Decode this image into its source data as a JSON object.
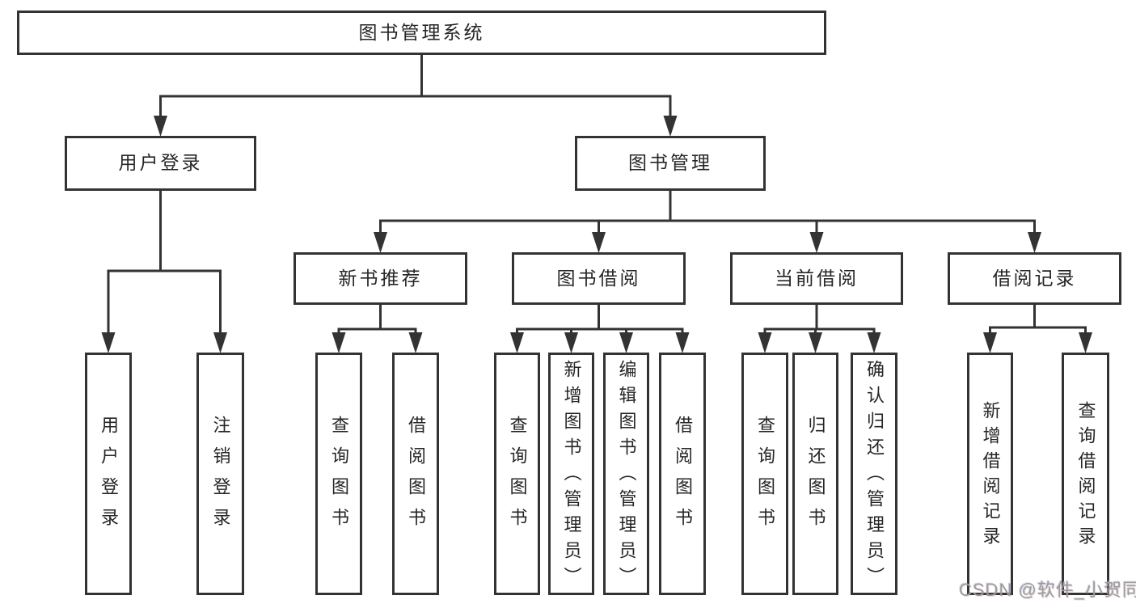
{
  "diagram": {
    "title": "图书管理系统",
    "tree": {
      "id": "root",
      "label": "图书管理系统",
      "children": [
        {
          "id": "user-login-group",
          "label": "用户登录",
          "children": [
            {
              "id": "user-login",
              "label": "用户登录"
            },
            {
              "id": "logout",
              "label": "注销登录"
            }
          ]
        },
        {
          "id": "book-management",
          "label": "图书管理",
          "children": [
            {
              "id": "new-book-recommend",
              "label": "新书推荐",
              "children": [
                {
                  "id": "nbr-query-book",
                  "label": "查询图书"
                },
                {
                  "id": "nbr-borrow-book",
                  "label": "借阅图书"
                }
              ]
            },
            {
              "id": "book-borrow",
              "label": "图书借阅",
              "children": [
                {
                  "id": "bb-query-book",
                  "label": "查询图书"
                },
                {
                  "id": "bb-add-book",
                  "label": "新增图书（管理员）"
                },
                {
                  "id": "bb-edit-book",
                  "label": "编辑图书（管理员）"
                },
                {
                  "id": "bb-borrow-book",
                  "label": "借阅图书"
                }
              ]
            },
            {
              "id": "current-borrow",
              "label": "当前借阅",
              "children": [
                {
                  "id": "cb-query-book",
                  "label": "查询图书"
                },
                {
                  "id": "cb-return-book",
                  "label": "归还图书"
                },
                {
                  "id": "cb-confirm-return",
                  "label": "确认归还（管理员）"
                }
              ]
            },
            {
              "id": "borrow-records",
              "label": "借阅记录",
              "children": [
                {
                  "id": "br-add-record",
                  "label": "新增借阅记录"
                },
                {
                  "id": "br-query-record",
                  "label": "查询借阅记录"
                }
              ]
            }
          ]
        }
      ]
    }
  },
  "watermark": {
    "text": "CSDN @软件_小贺同学"
  },
  "colors": {
    "line": "#333333",
    "border": "#333333",
    "text": "#262626",
    "watermark": "#9c9c9c",
    "background": "#ffffff"
  }
}
